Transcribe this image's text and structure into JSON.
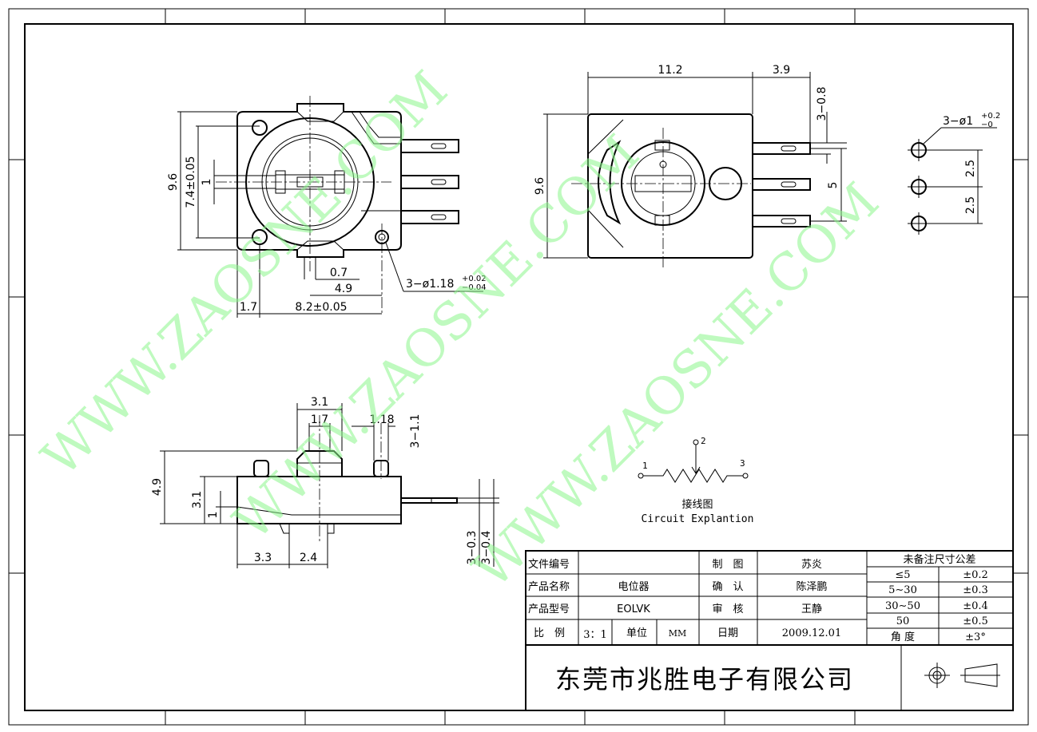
{
  "watermark": "WWW.ZAOSNE.COM",
  "front_view": {
    "dims": {
      "height": "9.6",
      "inner_height": "7.4±0.05",
      "slot": "1",
      "gap": "0.7",
      "pin_offset": "4.9",
      "left": "1.7",
      "width": "8.2±0.05",
      "hole_callout": "3−ø1.18",
      "hole_tol_upper": "+0.02",
      "hole_tol_lower": "−0.04"
    }
  },
  "back_view": {
    "dims": {
      "width": "11.2",
      "pin_length": "3.9",
      "pin_width": "3−0.8",
      "height": "9.6",
      "pin_span": "5"
    }
  },
  "hole_pattern": {
    "callout": "3−ø1",
    "tol_upper": "+0.2",
    "tol_lower": "−0",
    "pitch_1": "2.5",
    "pitch_2": "2.5"
  },
  "side_view": {
    "dims": {
      "knob_width": "3.1",
      "slot_width": "1.7",
      "hole": "1.18",
      "leg_width": "3−1.1",
      "height": "4.9",
      "body_height": "3.1",
      "step": "1",
      "left": "3.3",
      "leg_pitch": "2.4",
      "pin_thickness_1": "3−0.3",
      "pin_thickness_2": "3−0.4"
    }
  },
  "circuit": {
    "pin1": "1",
    "pin2": "2",
    "pin3": "3",
    "title": "接线图",
    "subtitle": "Circuit Explantion"
  },
  "title_block": {
    "doc_no_label": "文件编号",
    "doc_no_value": "",
    "name_label": "产品名称",
    "name_value": "电位器",
    "model_label": "产品型号",
    "model_value": "EOLVK",
    "scale_label": "比　例",
    "scale_value": "3：1",
    "unit_label": "单位",
    "unit_value": "MM",
    "drawn_label": "制　图",
    "drawn_value": "苏炎",
    "checked_label": "确　认",
    "checked_value": "陈泽鹏",
    "approved_label": "审　核",
    "approved_value": "王静",
    "date_label": "日期",
    "date_value": "2009.12.01",
    "company": "东莞市兆胜电子有限公司"
  },
  "tolerance_table": {
    "header": "未备注尺寸公差",
    "rows": [
      {
        "range": "≤5",
        "tol": "±0.2"
      },
      {
        "range": "5∼30",
        "tol": "±0.3"
      },
      {
        "range": "30∼50",
        "tol": "±0.4"
      },
      {
        "range": "50",
        "tol": "±0.5"
      },
      {
        "range": "角  度",
        "tol": "±3°"
      }
    ]
  }
}
